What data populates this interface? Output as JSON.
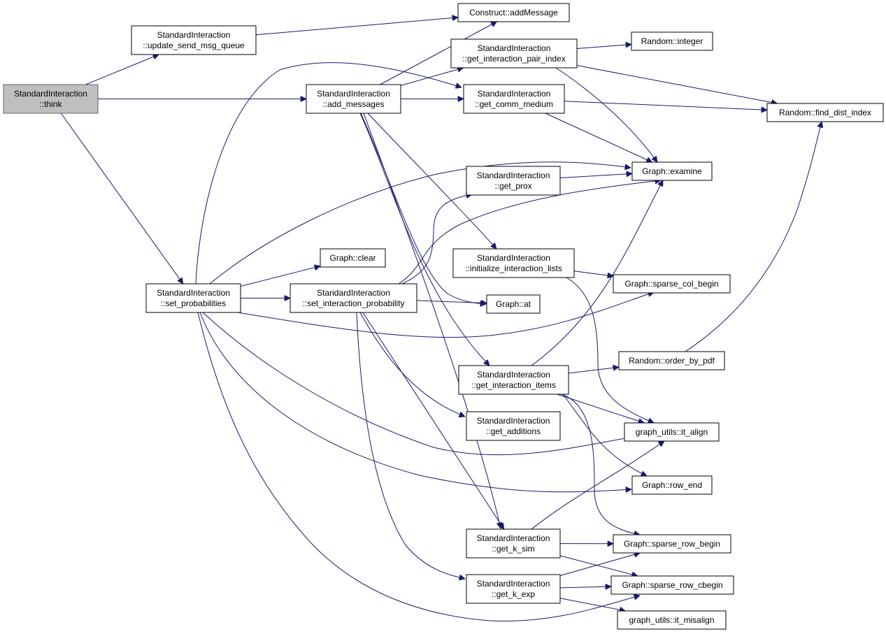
{
  "colors": {
    "edge": "#191970",
    "root_fill": "#bfbfbf",
    "node_fill": "#ffffff",
    "node_border": "#000000"
  },
  "nodes": {
    "think": [
      "StandardInteraction",
      "::think"
    ],
    "update_send_msg_queue": [
      "StandardInteraction",
      "::update_send_msg_queue"
    ],
    "add_messages": [
      "StandardInteraction",
      "::add_messages"
    ],
    "set_probabilities": [
      "StandardInteraction",
      "::set_probabilities"
    ],
    "addMessage": [
      "Construct::addMessage"
    ],
    "get_interaction_pair_index": [
      "StandardInteraction",
      "::get_interaction_pair_index"
    ],
    "get_comm_medium": [
      "StandardInteraction",
      "::get_comm_medium"
    ],
    "random_integer": [
      "Random::integer"
    ],
    "find_dist_index": [
      "Random::find_dist_index"
    ],
    "examine": [
      "Graph::examine"
    ],
    "get_prox": [
      "StandardInteraction",
      "::get_prox"
    ],
    "initialize_interaction_lists": [
      "StandardInteraction",
      "::initialize_interaction_lists"
    ],
    "clear": [
      "Graph::clear"
    ],
    "set_interaction_probability": [
      "StandardInteraction",
      "::set_interaction_probability"
    ],
    "at": [
      "Graph::at"
    ],
    "sparse_col_begin": [
      "Graph::sparse_col_begin"
    ],
    "order_by_pdf": [
      "Random::order_by_pdf"
    ],
    "get_interaction_items": [
      "StandardInteraction",
      "::get_interaction_items"
    ],
    "get_additions": [
      "StandardInteraction",
      "::get_additions"
    ],
    "it_align": [
      "graph_utils::it_align"
    ],
    "row_end": [
      "Graph::row_end"
    ],
    "get_k_sim": [
      "StandardInteraction",
      "::get_k_sim"
    ],
    "sparse_row_begin": [
      "Graph::sparse_row_begin"
    ],
    "get_k_exp": [
      "StandardInteraction",
      "::get_k_exp"
    ],
    "sparse_row_cbegin": [
      "Graph::sparse_row_cbegin"
    ],
    "it_misalign": [
      "graph_utils::it_misalign"
    ]
  },
  "edges": [
    [
      "think",
      "update_send_msg_queue"
    ],
    [
      "think",
      "add_messages"
    ],
    [
      "think",
      "set_probabilities"
    ],
    [
      "update_send_msg_queue",
      "addMessage"
    ],
    [
      "add_messages",
      "addMessage"
    ],
    [
      "add_messages",
      "get_interaction_pair_index"
    ],
    [
      "add_messages",
      "get_comm_medium"
    ],
    [
      "add_messages",
      "initialize_interaction_lists"
    ],
    [
      "add_messages",
      "at"
    ],
    [
      "add_messages",
      "get_interaction_items"
    ],
    [
      "add_messages",
      "get_k_sim"
    ],
    [
      "get_interaction_pair_index",
      "random_integer"
    ],
    [
      "get_interaction_pair_index",
      "find_dist_index"
    ],
    [
      "get_interaction_pair_index",
      "examine"
    ],
    [
      "get_comm_medium",
      "find_dist_index"
    ],
    [
      "get_comm_medium",
      "examine"
    ],
    [
      "set_probabilities",
      "get_comm_medium"
    ],
    [
      "set_probabilities",
      "examine"
    ],
    [
      "set_probabilities",
      "clear"
    ],
    [
      "set_probabilities",
      "set_interaction_probability"
    ],
    [
      "set_probabilities",
      "sparse_col_begin"
    ],
    [
      "set_probabilities",
      "it_align"
    ],
    [
      "set_probabilities",
      "row_end"
    ],
    [
      "set_probabilities",
      "sparse_row_cbegin"
    ],
    [
      "set_interaction_probability",
      "get_prox"
    ],
    [
      "set_interaction_probability",
      "examine"
    ],
    [
      "set_interaction_probability",
      "at"
    ],
    [
      "set_interaction_probability",
      "get_additions"
    ],
    [
      "set_interaction_probability",
      "get_k_sim"
    ],
    [
      "set_interaction_probability",
      "get_k_exp"
    ],
    [
      "get_prox",
      "examine"
    ],
    [
      "initialize_interaction_lists",
      "sparse_col_begin"
    ],
    [
      "initialize_interaction_lists",
      "it_align"
    ],
    [
      "get_interaction_items",
      "examine"
    ],
    [
      "get_interaction_items",
      "order_by_pdf"
    ],
    [
      "get_interaction_items",
      "it_align"
    ],
    [
      "get_interaction_items",
      "row_end"
    ],
    [
      "get_interaction_items",
      "sparse_row_begin"
    ],
    [
      "order_by_pdf",
      "find_dist_index"
    ],
    [
      "get_k_sim",
      "it_align"
    ],
    [
      "get_k_sim",
      "sparse_row_begin"
    ],
    [
      "get_k_sim",
      "sparse_row_cbegin"
    ],
    [
      "get_k_exp",
      "sparse_row_begin"
    ],
    [
      "get_k_exp",
      "sparse_row_cbegin"
    ],
    [
      "get_k_exp",
      "it_misalign"
    ]
  ]
}
